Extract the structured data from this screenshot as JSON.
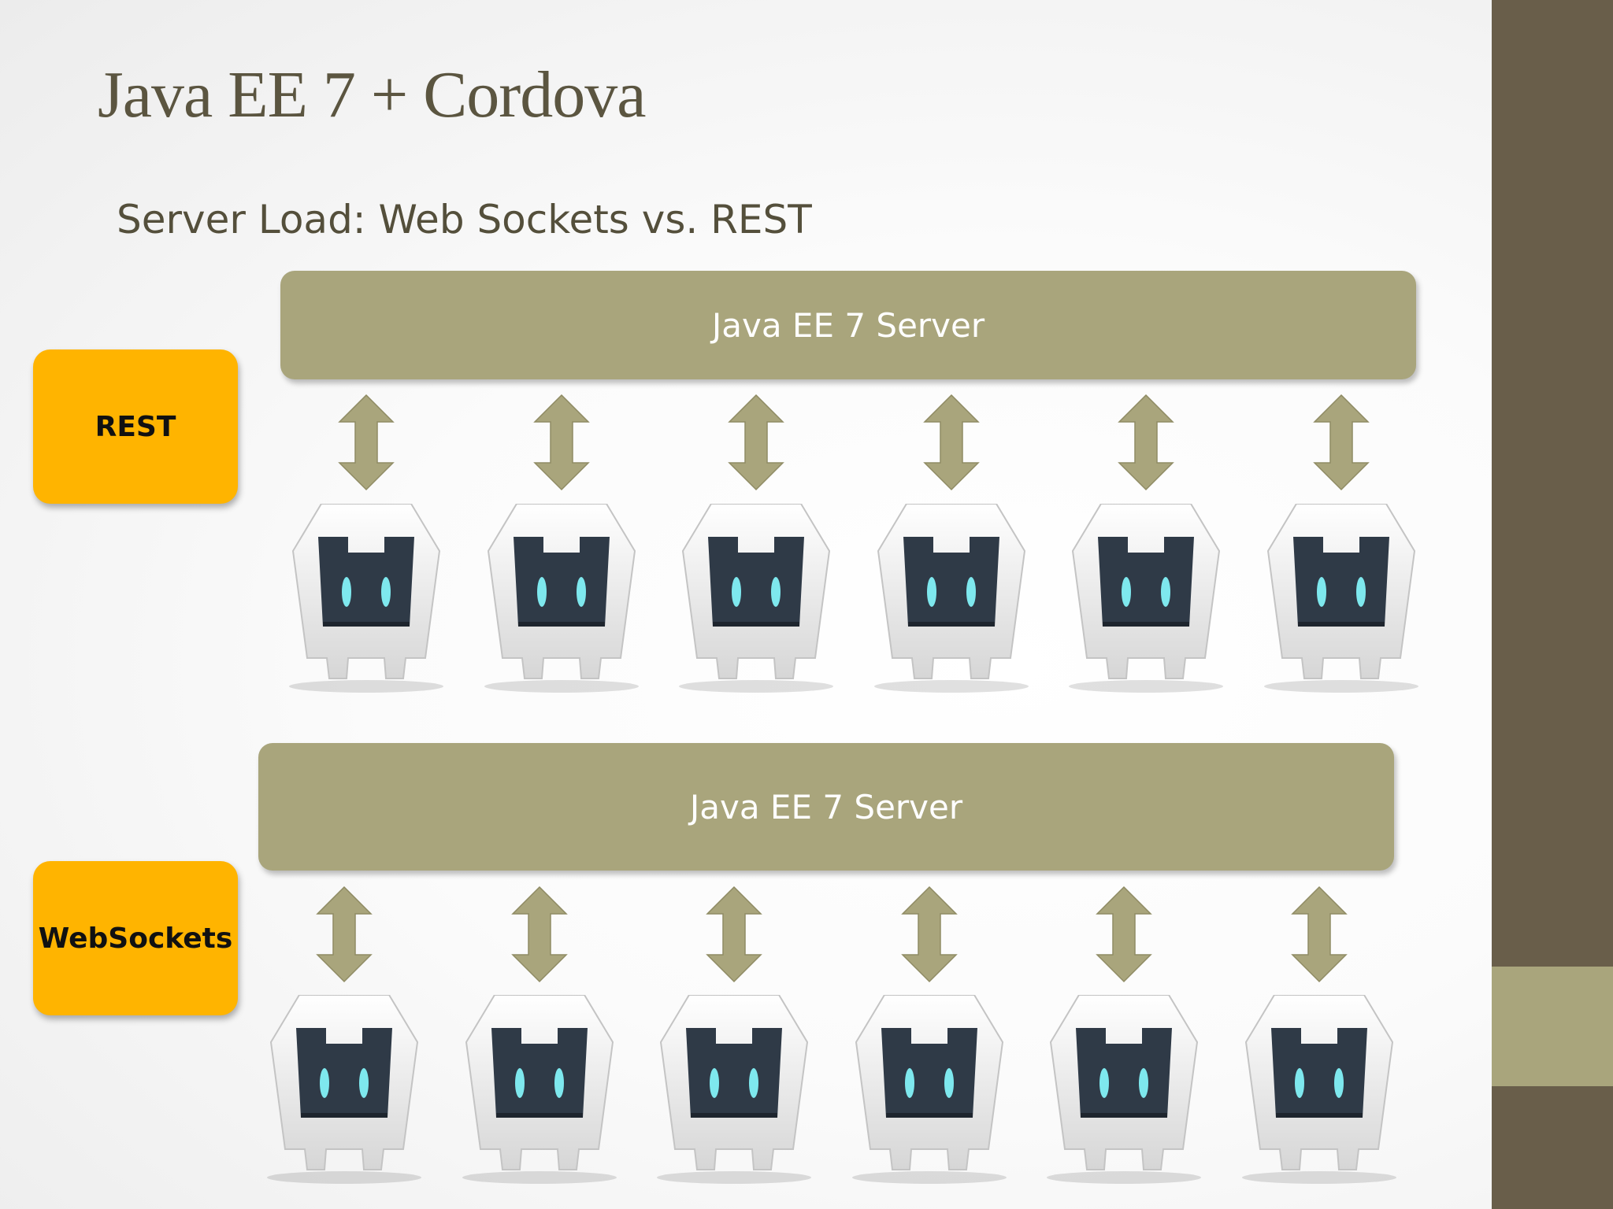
{
  "slide": {
    "title": "Java EE 7 + Cordova",
    "subtitle": "Server Load: Web Sockets vs. REST"
  },
  "sections": [
    {
      "protocol": "REST",
      "server": "Java EE 7 Server",
      "clients": 6,
      "client_icon": "cordova-robot-icon",
      "link_icon": "bidirectional-arrow-icon"
    },
    {
      "protocol": "WebSockets",
      "server": "Java EE 7 Server",
      "clients": 6,
      "client_icon": "cordova-robot-icon",
      "link_icon": "bidirectional-arrow-icon"
    }
  ],
  "colors": {
    "server": "#a9a57c",
    "protocol_label": "#ffb400",
    "title_text": "#5b5540",
    "accent_bar": "#695e4a",
    "accent_band": "#a9a57c",
    "arrow": "#a9a57c",
    "robot_face": "#2f3a47",
    "robot_eye": "#7ee8ee"
  }
}
